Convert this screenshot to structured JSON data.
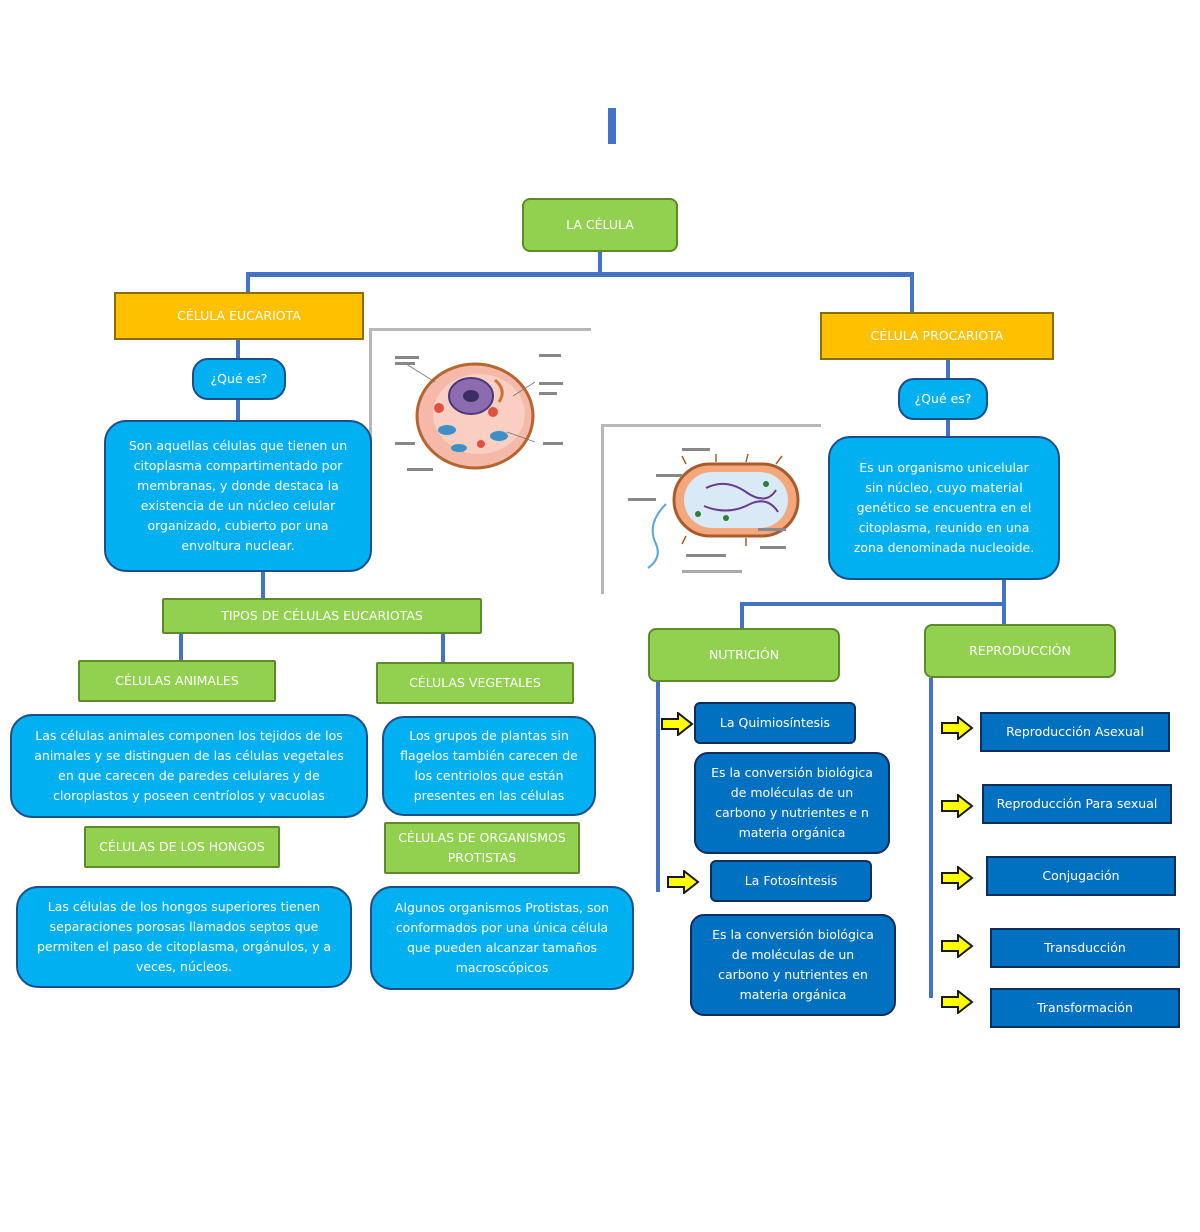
{
  "root": "LA CÉLULA",
  "eukaryote": {
    "title": "CÉLULA EUCARIOTA",
    "question": "¿Qué es?",
    "definition": "Son aquellas células que tienen un citoplasma compartimentado por membranas, y donde destaca la existencia de un núcleo celular organizado, cubierto por una envoltura nuclear.",
    "types_title": "TIPOS DE CÉLULAS EUCARIOTAS",
    "animal": {
      "title": "CÉLULAS ANIMALES",
      "text": "Las células animales componen los tejidos de los animales y se distinguen de las células vegetales en que carecen de paredes celulares y de cloroplastos y poseen centríolos y vacuolas"
    },
    "plant": {
      "title": "CÉLULAS VEGETALES",
      "text": "Los grupos de plantas sin flagelos también carecen de los centriolos que están presentes en las células"
    },
    "fungi": {
      "title": "CÉLULAS DE LOS HONGOS",
      "text": "Las células de los hongos superiores tienen separaciones porosas llamados septos que permiten el paso de citoplasma, orgánulos, y a veces, núcleos."
    },
    "protist": {
      "title": "CÉLULAS DE ORGANISMOS PROTISTAS",
      "text": "Algunos organismos Protistas, son conformados por una única célula que pueden alcanzar tamaños macroscópicos"
    }
  },
  "prokaryote": {
    "title": "CÉLULA PROCARIOTA",
    "question": "¿Qué es?",
    "definition": "Es un organismo unicelular sin núcleo, cuyo material genético se encuentra en el citoplasma, reunido en una zona denominada nucleoide.",
    "nutrition": {
      "title": "NUTRICIÓN",
      "items": [
        {
          "label": "La Quimiosíntesis",
          "desc": "Es la conversión biológica de moléculas de un carbono y nutrientes e n materia orgánica"
        },
        {
          "label": "La Fotosíntesis",
          "desc": "Es la conversión biológica de moléculas de un carbono y nutrientes en materia orgánica"
        }
      ]
    },
    "reproduction": {
      "title": "REPRODUCCIÓN",
      "items": [
        "Reproducción Asexual",
        "Reproducción Para sexual",
        "Conjugación",
        "Transducción",
        "Transformación"
      ]
    }
  },
  "colors": {
    "green": "#92d050",
    "orange": "#ffc000",
    "light_blue": "#00b0f0",
    "dark_blue": "#0070c0",
    "connector": "#4472c4",
    "arrow": "#ffff00"
  },
  "icons": [
    "animal-cell-illustration",
    "bacterial-cell-illustration",
    "arrow-right-icon"
  ]
}
